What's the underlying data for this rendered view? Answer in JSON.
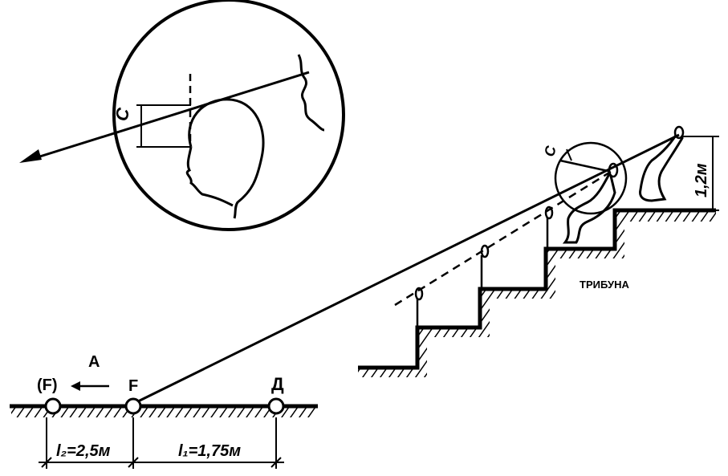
{
  "labels": {
    "c_magnifier": "C",
    "c_tribune": "C",
    "tribune": "ТРИБУНА",
    "height": "1,2м",
    "point_f_shifted": "(F)",
    "arrow_a": "A",
    "point_f": "F",
    "point_d": "Д",
    "dim_l2": "l₂=2,5м",
    "dim_l1": "l₁=1,75м"
  },
  "colors": {
    "ink": "#000000",
    "paper": "#ffffff"
  }
}
